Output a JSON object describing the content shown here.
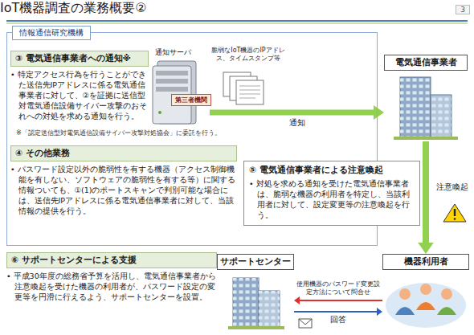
{
  "diagram": {
    "title": "IoT機器調査の業務概要②",
    "nodes": [
      {
        "text": [
          "情報通信研究機構"
        ]
      },
      {
        "text": [
          "③ 電気通信事業者への通知※",
          "• 特定アクセス行為を行うことができた送信先IPアドレスに係る電気通信事業者に対して、②を証拠に送信型対電気通信設備サイバー攻撃のおそれへの対処を求める通知を行う。"
        ],
        "in": 0
      },
      {
        "text": [
          "通知サーバ"
        ],
        "in": 0
      },
      {
        "text": [
          "第三者機関"
        ],
        "in": 2
      },
      {
        "text": [
          "④ その他業務",
          "• パスワード設定以外の脆弱性を有する機器（アクセス制御機能を有しない、ソフトウェアの脆弱性を有する等）に関する情報ついても、①(1)のポートスキャンで判別可能な場合には、送信先IPアドレスに係る電気通信事業者に対して、当該情報の提供を行う。"
        ],
        "in": 0
      },
      {
        "text": [
          "電気通信事業者"
        ]
      },
      {
        "text": [
          "⑤ 電気通信事業者による注意喚起",
          "• 対処を求める通知を受けた電気通信事業者は、脆弱な機器の利用者を特定し、当該利用者に対して、設定変更等の注意喚起を行う。"
        ]
      },
      {
        "text": [
          "⑥ サポートセンターによる支援",
          "• 平成30年度の総務省予算を活用し、電気通信事業者から注意喚起を受けた機器の利用者が、パスワード設定の変更等を円滑に行えるよう、サポートセンターを設置。"
        ]
      },
      {
        "text": [
          "サポートセンター"
        ]
      },
      {
        "text": [
          "機器利用者"
        ]
      }
    ],
    "edges": [
      {
        "from": 2,
        "to": 5,
        "arrow": "to",
        "label": "通知"
      },
      {
        "from": 5,
        "to": 9,
        "arrow": "to",
        "label": "注意喚起"
      },
      {
        "from": 9,
        "to": 8,
        "arrow": "to",
        "label": "使用機器のパスワード変更設定方法について問合せ"
      },
      {
        "from": 8,
        "to": 9,
        "arrow": "to",
        "label": "回答"
      }
    ],
    "labels": [
      "3",
      "脆弱なIoT機器のIPアドレス、タイムスタンプ等",
      "※「認定送信型対電気通信設備サイバー攻撃対処協会」に委託を行う。"
    ]
  }
}
